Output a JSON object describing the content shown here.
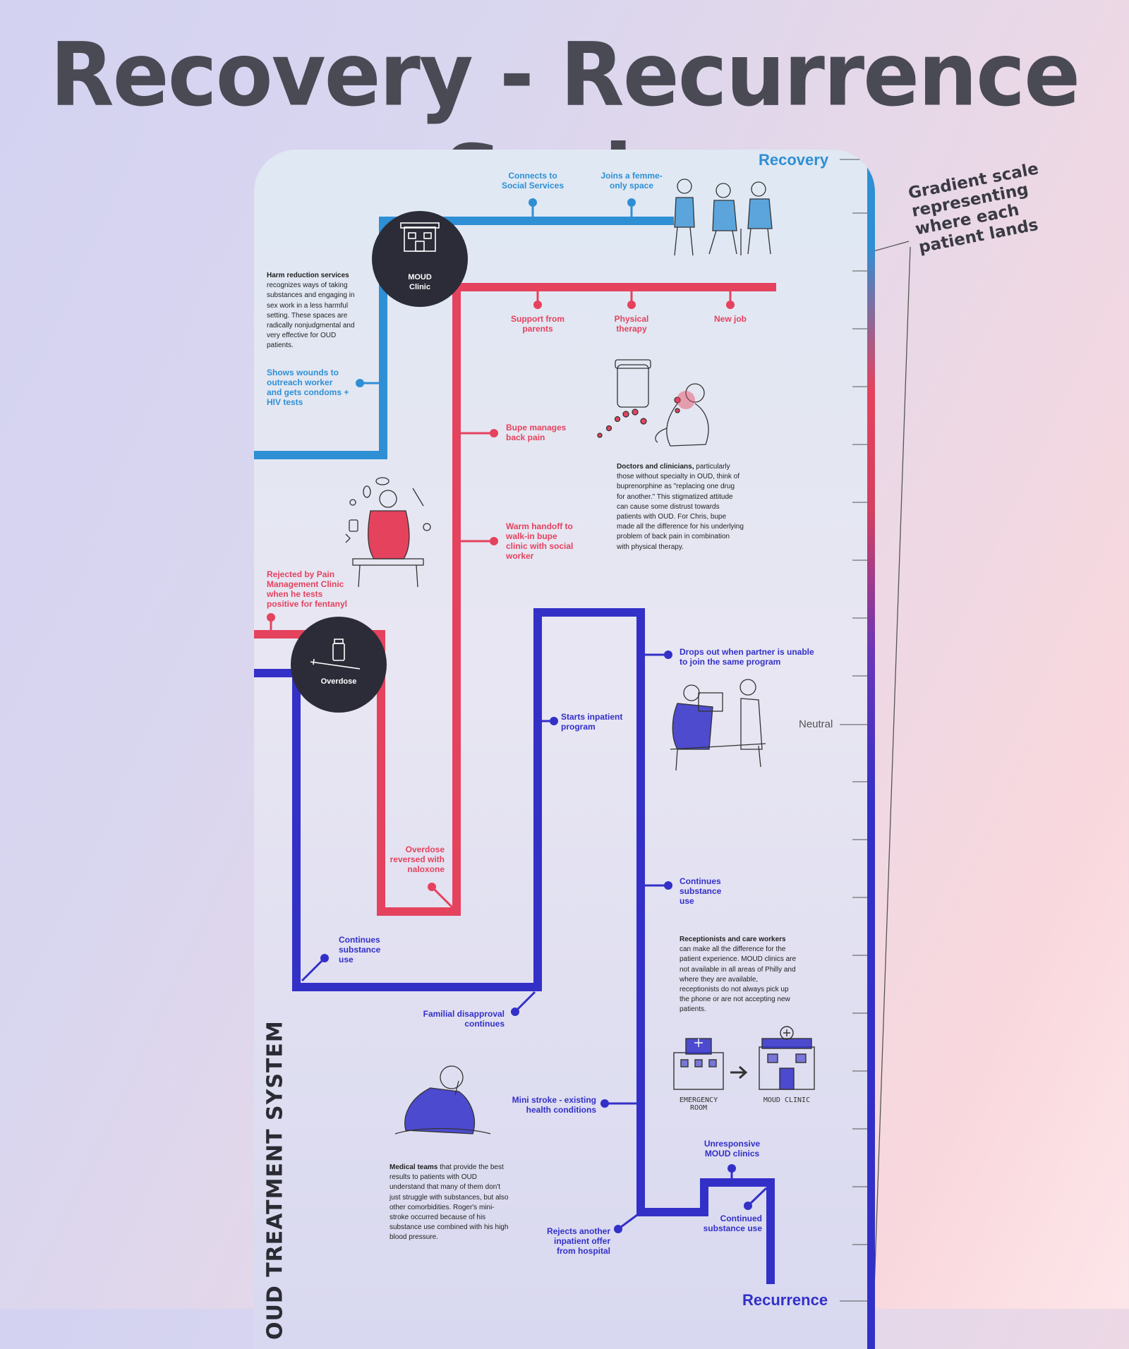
{
  "title": "Recovery - Recurrence Scale",
  "scale": {
    "top_label": "Recovery",
    "middle_label": "Neutral",
    "bottom_label": "Recurrence",
    "annotation": "Gradient scale representing where each patient lands",
    "colors": {
      "recovery": "#2f8fd4",
      "mid": "#e5425e",
      "recurrence": "#3330c8"
    }
  },
  "vertical_title": "THE OUD TREATMENT SYSTEM",
  "milestones": {
    "moud_clinic": "MOUD Clinic",
    "overdose": "Overdose"
  },
  "blue_path": {
    "color": "#2f8fd4",
    "events": [
      "Connects to Social Services",
      "Joins a femme-only space",
      "Shows wounds to outreach worker and gets condoms + HIV tests"
    ]
  },
  "red_path": {
    "color": "#e5425e",
    "events": [
      "Support from parents",
      "Physical therapy",
      "New job",
      "Bupe manages back pain",
      "Warm handoff to walk-in bupe clinic with social worker",
      "Rejected by Pain Management Clinic when he tests positive for fentanyl",
      "Overdose reversed with naloxone"
    ]
  },
  "indigo_path": {
    "color": "#3330c8",
    "events": [
      "Drops out  when partner is unable to join the same program",
      "Starts inpatient program",
      "Continues substance use",
      "Continues substance use",
      "Familial disapproval continues",
      "Mini stroke - existing health conditions",
      "Unresponsive MOUD clinics",
      "Continued substance use",
      "Rejects another inpatient offer from hospital"
    ]
  },
  "notes": {
    "harm_reduction": {
      "bold": "Harm reduction services",
      "text": "recognizes ways of taking substances and engaging in sex work in a less harmful setting. These spaces are radically nonjudgmental and very effective for OUD patients."
    },
    "doctors": {
      "bold": "Doctors and clinicians,",
      "text": "particularly those without specialty in OUD, think of buprenorphine as \"replacing one drug for another.\" This stigmatized attitude can cause some distrust towards patients with OUD. For Chris, bupe made all the difference for his underlying problem of back pain in combination with physical therapy."
    },
    "receptionists": {
      "bold": "Receptionists and care workers",
      "text": "can make all the difference for the patient experience. MOUD clinics are not available in all areas of Philly and where they are available, receptionists do not always pick up the phone or are not accepting new patients."
    },
    "medical_teams": {
      "bold": "Medical teams",
      "text": "that provide the best results to patients with OUD understand that many of them don't just struggle with substances, but also other comorbidities. Roger's mini-stroke occurred because of his substance use combined with his high blood pressure."
    }
  },
  "captions": {
    "emergency_room": "EMERGENCY ROOM",
    "moud_clinic_sketch": "MOUD CLINIC"
  }
}
